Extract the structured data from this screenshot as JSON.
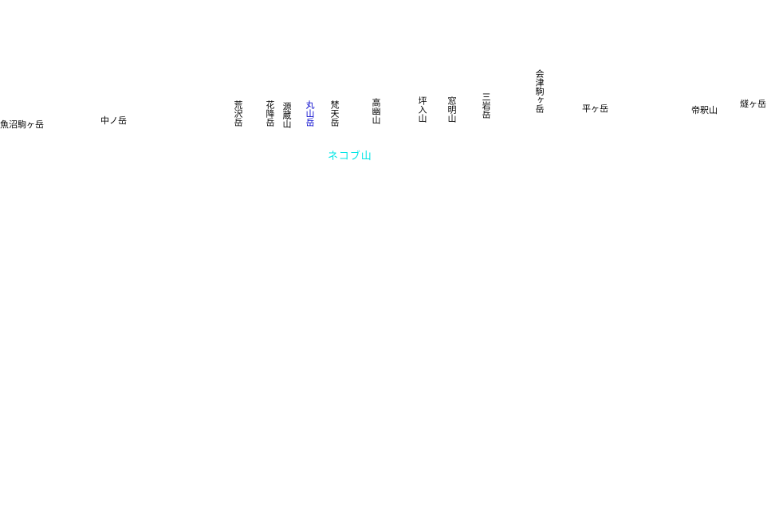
{
  "map": {
    "colors": {
      "default_label": "#000000",
      "highlight_label": "#0000cc",
      "feature_label": "#00e5e5",
      "background": "#ffffff"
    },
    "peaks": [
      {
        "name": "魚沼駒ヶ岳"
      },
      {
        "name": "中ノ岳"
      },
      {
        "name": "荒沢岳"
      },
      {
        "name": "花降岳"
      },
      {
        "name": "源蔵山"
      },
      {
        "name": "丸山岳"
      },
      {
        "name": "梵天岳"
      },
      {
        "name": "高幽山"
      },
      {
        "name": "坪入山"
      },
      {
        "name": "窓明山"
      },
      {
        "name": "三岩岳"
      },
      {
        "name": "会津駒ヶ岳"
      },
      {
        "name": "平ヶ岳"
      },
      {
        "name": "帝釈山"
      },
      {
        "name": "燧ヶ岳"
      }
    ],
    "feature_label": "ネコブ山"
  }
}
